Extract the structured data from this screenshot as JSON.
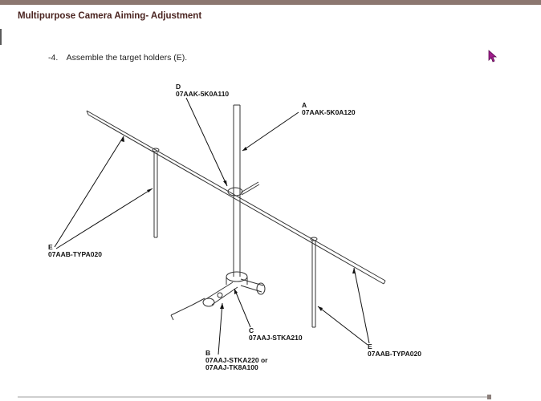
{
  "page": {
    "title": "Multipurpose Camera Aiming- Adjustment"
  },
  "step": {
    "number": "-4.",
    "text": "Assemble the target holders (E)."
  },
  "diagram": {
    "labels": {
      "d_letter": "D",
      "d_part": "07AAK-5K0A110",
      "a_letter": "A",
      "a_part": "07AAK-5K0A120",
      "e_left_letter": "E",
      "e_left_part": "07AAB-TYPA020",
      "c_letter": "C",
      "c_part": "07AAJ-STKA210",
      "b_letter": "B",
      "b_part_line1": "07AAJ-STKA220 or",
      "b_part_line2": "07AAJ-TK8A100",
      "e_right_letter": "E",
      "e_right_part": "07AAB-TYPA020"
    }
  },
  "icons": {
    "cursor": "mouse-pointer-icon"
  },
  "colors": {
    "title": "#4a2420",
    "top_bar": "#8c7770",
    "cursor": "#a01c8c"
  }
}
